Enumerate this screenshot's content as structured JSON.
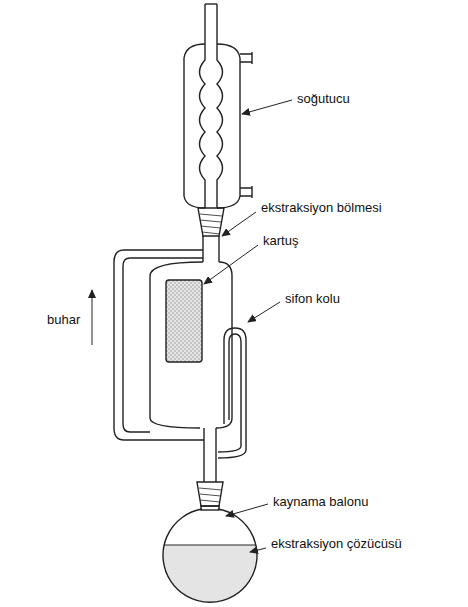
{
  "diagram": {
    "labels": [
      "soğutucu",
      "ekstraksiyon bölmesi",
      "kartuş",
      "sifon kolu",
      "buhar",
      "kaynama balonu",
      "ekstraksiyon çözücüsü"
    ]
  }
}
